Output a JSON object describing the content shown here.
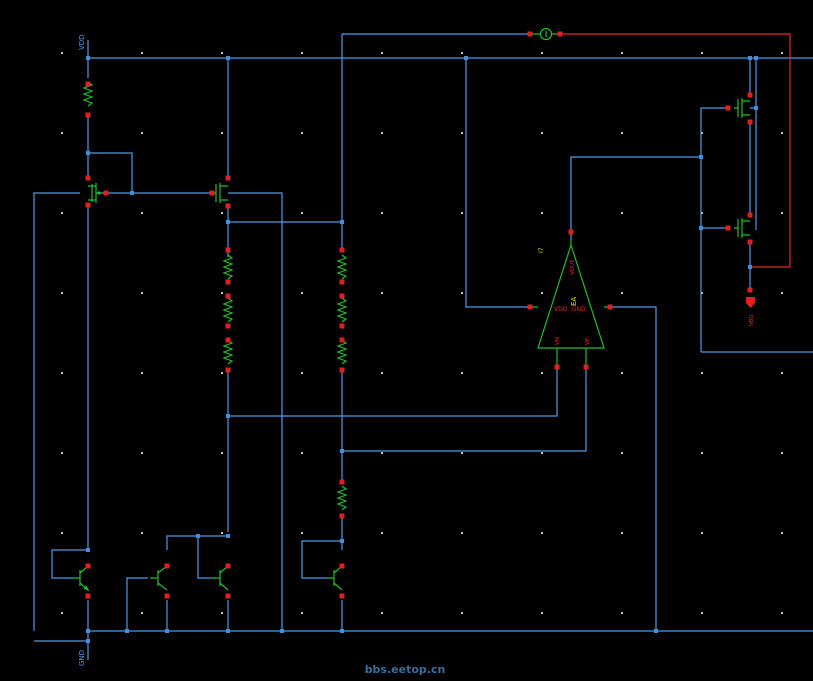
{
  "rails": {
    "vdd_label": "VDD",
    "gnd_label": "GND"
  },
  "opamp": {
    "instance": "I7",
    "name": "EA",
    "pins": {
      "vout": "VOUT",
      "vdd": "VDD",
      "gnd": "GND",
      "vn": "VN",
      "vp": "VP"
    }
  },
  "output_pin": "VBG",
  "watermark": "bbs.eetop.cn",
  "colors": {
    "background": "#000000",
    "wire": "#4a9be6",
    "component": "#1fbf2a",
    "pin": "#e01f1f",
    "feedback_wire": "#e02b2b",
    "label_vdd_gnd": "#4a9be6",
    "label_opamp": "#e0e030",
    "grid_dot": "#ffffff"
  }
}
